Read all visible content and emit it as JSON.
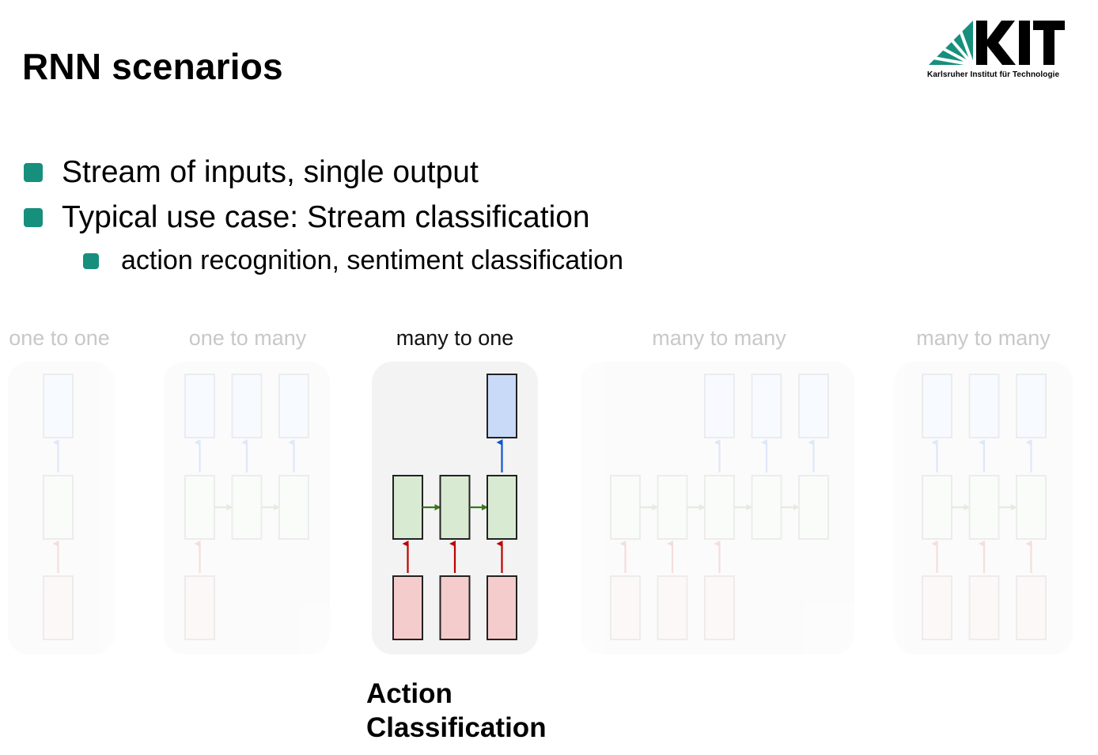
{
  "slide": {
    "title": "RNN scenarios",
    "logo": {
      "wordmark": "KIT",
      "caption": "Karlsruher Institut für Technologie",
      "icon": "kit-fan-logo"
    },
    "bullets": [
      {
        "level": 1,
        "text": "Stream of inputs, single output"
      },
      {
        "level": 1,
        "text": "Typical use case: Stream classification"
      },
      {
        "level": 2,
        "text": "action recognition, sentiment classification"
      }
    ],
    "colors": {
      "accent": "#16907c"
    }
  },
  "diagram": {
    "highlighted": "many to one",
    "panels": [
      {
        "label": "one to one",
        "inputs": [
          0
        ],
        "hidden": [
          0
        ],
        "outputs": [
          0
        ],
        "steps": 1,
        "active": false
      },
      {
        "label": "one to many",
        "inputs": [
          0
        ],
        "hidden": [
          0,
          1,
          2
        ],
        "outputs": [
          0,
          1,
          2
        ],
        "steps": 3,
        "active": false
      },
      {
        "label": "many to one",
        "inputs": [
          0,
          1,
          2
        ],
        "hidden": [
          0,
          1,
          2
        ],
        "outputs": [
          2
        ],
        "steps": 3,
        "active": true
      },
      {
        "label": "many to many",
        "inputs": [
          0,
          1,
          2
        ],
        "hidden": [
          0,
          1,
          2,
          3,
          4
        ],
        "outputs": [
          2,
          3,
          4
        ],
        "steps": 5,
        "active": false
      },
      {
        "label": "many to many",
        "inputs": [
          0,
          1,
          2
        ],
        "hidden": [
          0,
          1,
          2
        ],
        "outputs": [
          0,
          1,
          2
        ],
        "steps": 3,
        "active": false
      }
    ],
    "colors": {
      "input_fill": "#f4cccc",
      "input_arrow": "#c00000",
      "hidden_fill": "#d9ead3",
      "hidden_arrow": "#38761d",
      "output_fill": "#c9daf8",
      "output_arrow": "#1155cc",
      "panel_bg": "#f3f3f3"
    }
  },
  "caption": {
    "lines": [
      "Action",
      "Classification"
    ]
  }
}
